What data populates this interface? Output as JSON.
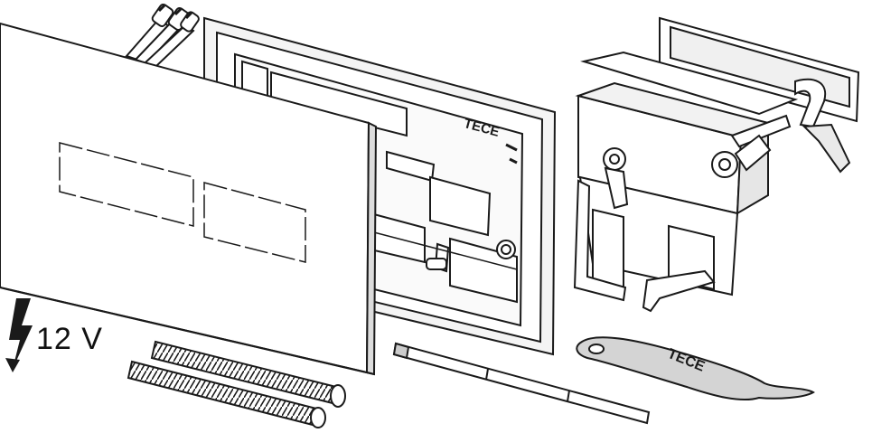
{
  "power": {
    "voltage_label": "12 V",
    "icon": "lightning-bolt-icon"
  },
  "branding": {
    "frame_logo": "TECE",
    "key_logo": "TECE"
  },
  "colors": {
    "line": "#1a1a1a",
    "panel_fill": "#ffffff",
    "shade": "#e6e6e6",
    "dark": "#333333"
  }
}
